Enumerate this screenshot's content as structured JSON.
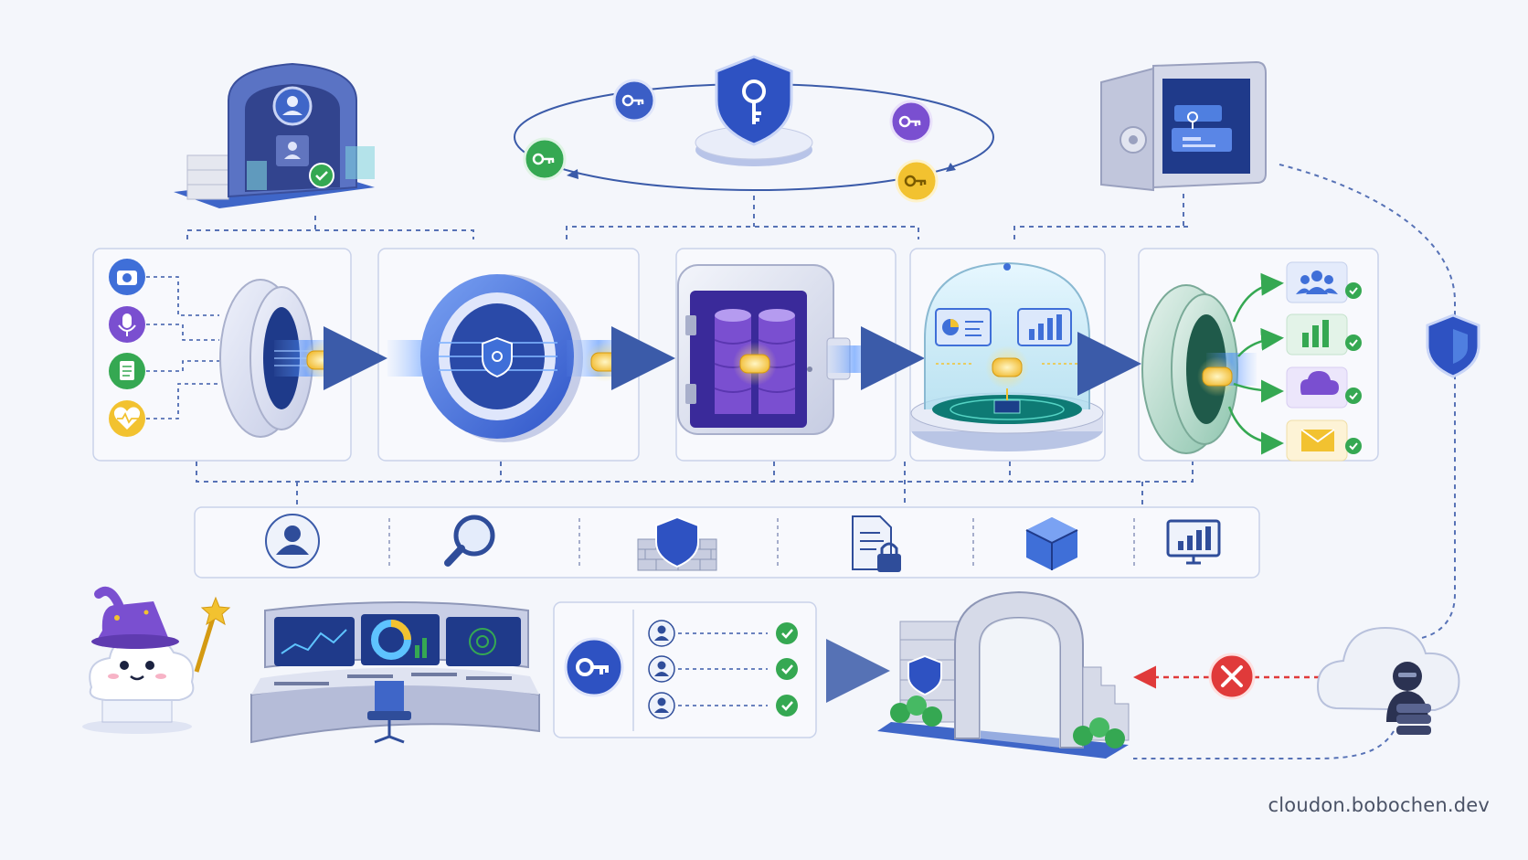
{
  "footer": {
    "watermark": "cloudon.bobochen.dev"
  },
  "colors": {
    "background": "#f4f6fb",
    "panel_border": "#c9d2ea",
    "connector": "#3b5ba9",
    "accent_blue": "#3f6fd8",
    "accent_purple": "#7a4fd0",
    "accent_green": "#35a852",
    "accent_yellow": "#f2c230",
    "danger_red": "#e03a3a",
    "token_gold": "#f5c542"
  },
  "key_rotation": {
    "center_icon": "shield-key-icon",
    "keys": [
      "key-blue",
      "key-purple",
      "key-yellow",
      "key-green"
    ]
  },
  "top_objects": [
    "identity-gate-icon",
    "key-rotation-cycle",
    "key-vault-safe-icon"
  ],
  "pipeline": {
    "sources": [
      "camera-icon",
      "microphone-icon",
      "document-icon",
      "health-icon"
    ],
    "stages": [
      "ingestion-tunnel",
      "encryption-portal",
      "encrypted-storage-vault",
      "secure-enclave-dome",
      "egress-tunnel"
    ],
    "outputs": [
      "users-icon",
      "bar-chart-icon",
      "cloud-icon",
      "mail-icon"
    ]
  },
  "control_bar": {
    "icons": [
      "user-icon",
      "search-icon",
      "firewall-icon",
      "document-lock-icon",
      "network-cube-icon",
      "monitor-chart-icon"
    ]
  },
  "bottom": {
    "mascot": "wizard-cloud-mascot",
    "soc": "security-operations-console",
    "access_rows": 3,
    "gate": "perimeter-gateway",
    "threat": "hacker-cloud-icon",
    "blocked_icon": "blocked-x-icon"
  }
}
